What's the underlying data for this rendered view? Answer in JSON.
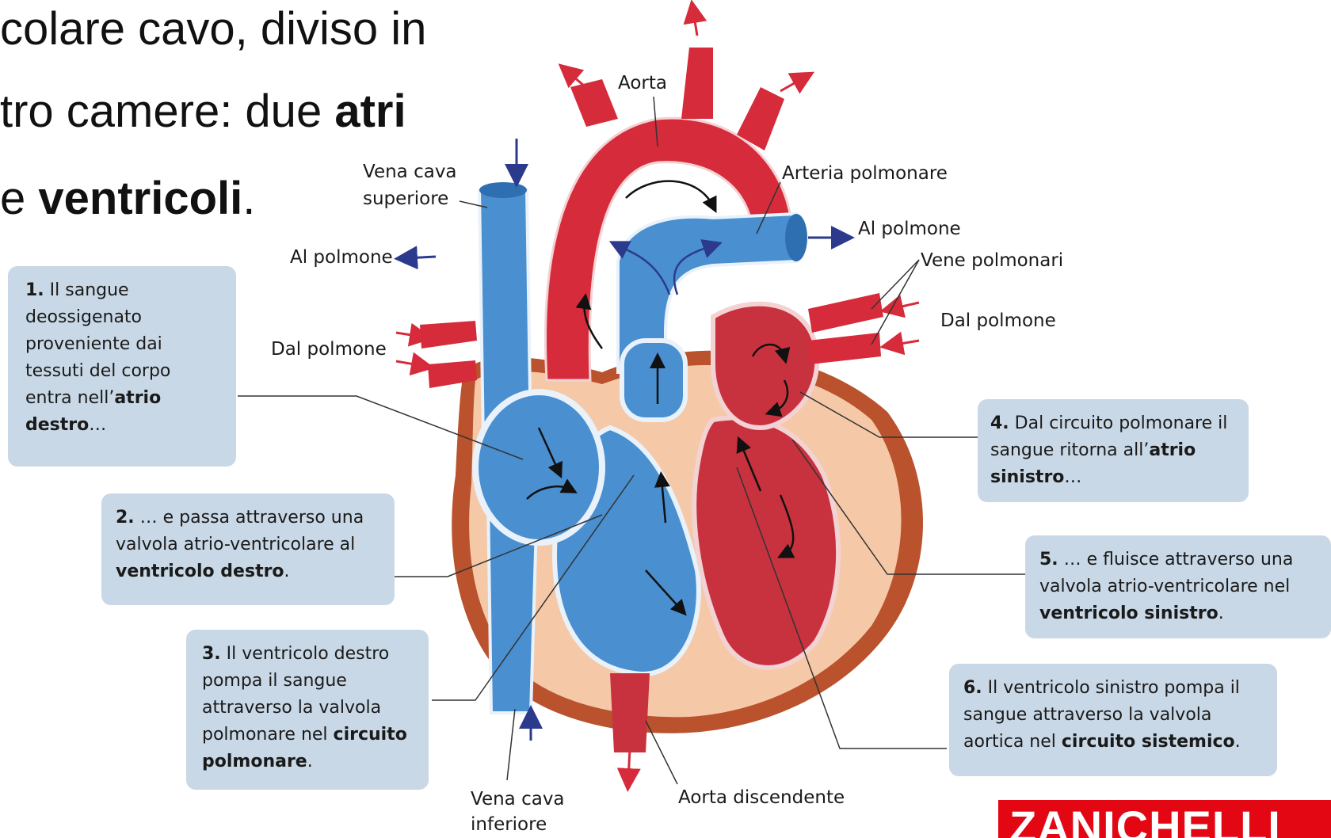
{
  "slide_text": {
    "line1": "colare cavo, diviso in",
    "line2_plain": "tro camere: due ",
    "line2_bold": "atri",
    "line3_plain": "e ",
    "line3_bold": "ventricoli",
    "line3_end": "."
  },
  "labels": {
    "aorta": "Aorta",
    "vena_cava_superiore_1": "Vena cava",
    "vena_cava_superiore_2": "superiore",
    "arteria_polmonare": "Arteria polmonare",
    "al_polmone_right": "Al polmone",
    "al_polmone_left": "Al polmone",
    "vene_polmonari": "Vene polmonari",
    "dal_polmone_right": "Dal polmone",
    "dal_polmone_left": "Dal polmone",
    "vena_cava_inferiore_1": "Vena cava",
    "vena_cava_inferiore_2": "inferiore",
    "aorta_discendente": "Aorta discendente"
  },
  "steps": [
    {
      "num": "1.",
      "pre": " Il sangue deossigenato proveniente dai tessuti del corpo entra nell’",
      "bold": "atrio destro",
      "post": "…"
    },
    {
      "num": "2.",
      "pre": " … e passa attraverso una valvola atrio-ventricolare al ",
      "bold": "ventricolo destro",
      "post": "."
    },
    {
      "num": "3.",
      "pre": " Il ventricolo destro pompa il sangue attraverso la valvola polmonare nel ",
      "bold": "circuito polmonare",
      "post": "."
    },
    {
      "num": "4.",
      "pre": " Dal circuito polmonare il sangue ritorna all’",
      "bold": "atrio sinistro",
      "post": "…"
    },
    {
      "num": "5.",
      "pre": " … e fluisce attraverso una valvola atrio-ventricolare nel ",
      "bold": "ventricolo sinistro",
      "post": "."
    },
    {
      "num": "6.",
      "pre": " Il ventricolo sinistro pompa il sangue attraverso la valvola aortica nel ",
      "bold": "circuito sistemico",
      "post": "."
    }
  ],
  "logo": "ZANICHELLI",
  "colors": {
    "oxygenated": "#d52b3a",
    "deoxygenated": "#4a8fd0",
    "muscle": "#f5c9a8",
    "box": "#c9d8e6",
    "logo_bg": "#e30613"
  }
}
